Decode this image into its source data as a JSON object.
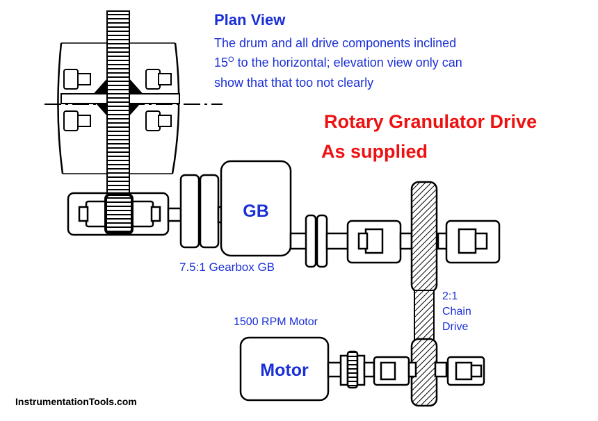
{
  "header": {
    "section_title": "Plan View",
    "note_line_1": "The drum and all drive components inclined",
    "note_line_2_value": "15",
    "note_line_2_superscript": "O",
    "note_line_2_rest": " to the horizontal; elevation view only can",
    "note_line_3": "show that that too not clearly"
  },
  "headline": {
    "line_1": "Rotary Granulator Drive",
    "line_2": "As supplied"
  },
  "components": {
    "gearbox_label": "GB",
    "gearbox_caption": "7.5:1 Gearbox GB",
    "motor_label": "Motor",
    "motor_caption": "1500 RPM Motor",
    "chain_ratio": "2:1",
    "chain_line_1": "Chain",
    "chain_line_2": "Drive"
  },
  "footer": {
    "credit": "InstrumentationTools.com"
  },
  "colors": {
    "label_blue": "#1a2fd6",
    "headline_red": "#ee1111",
    "line_black": "#000000"
  }
}
